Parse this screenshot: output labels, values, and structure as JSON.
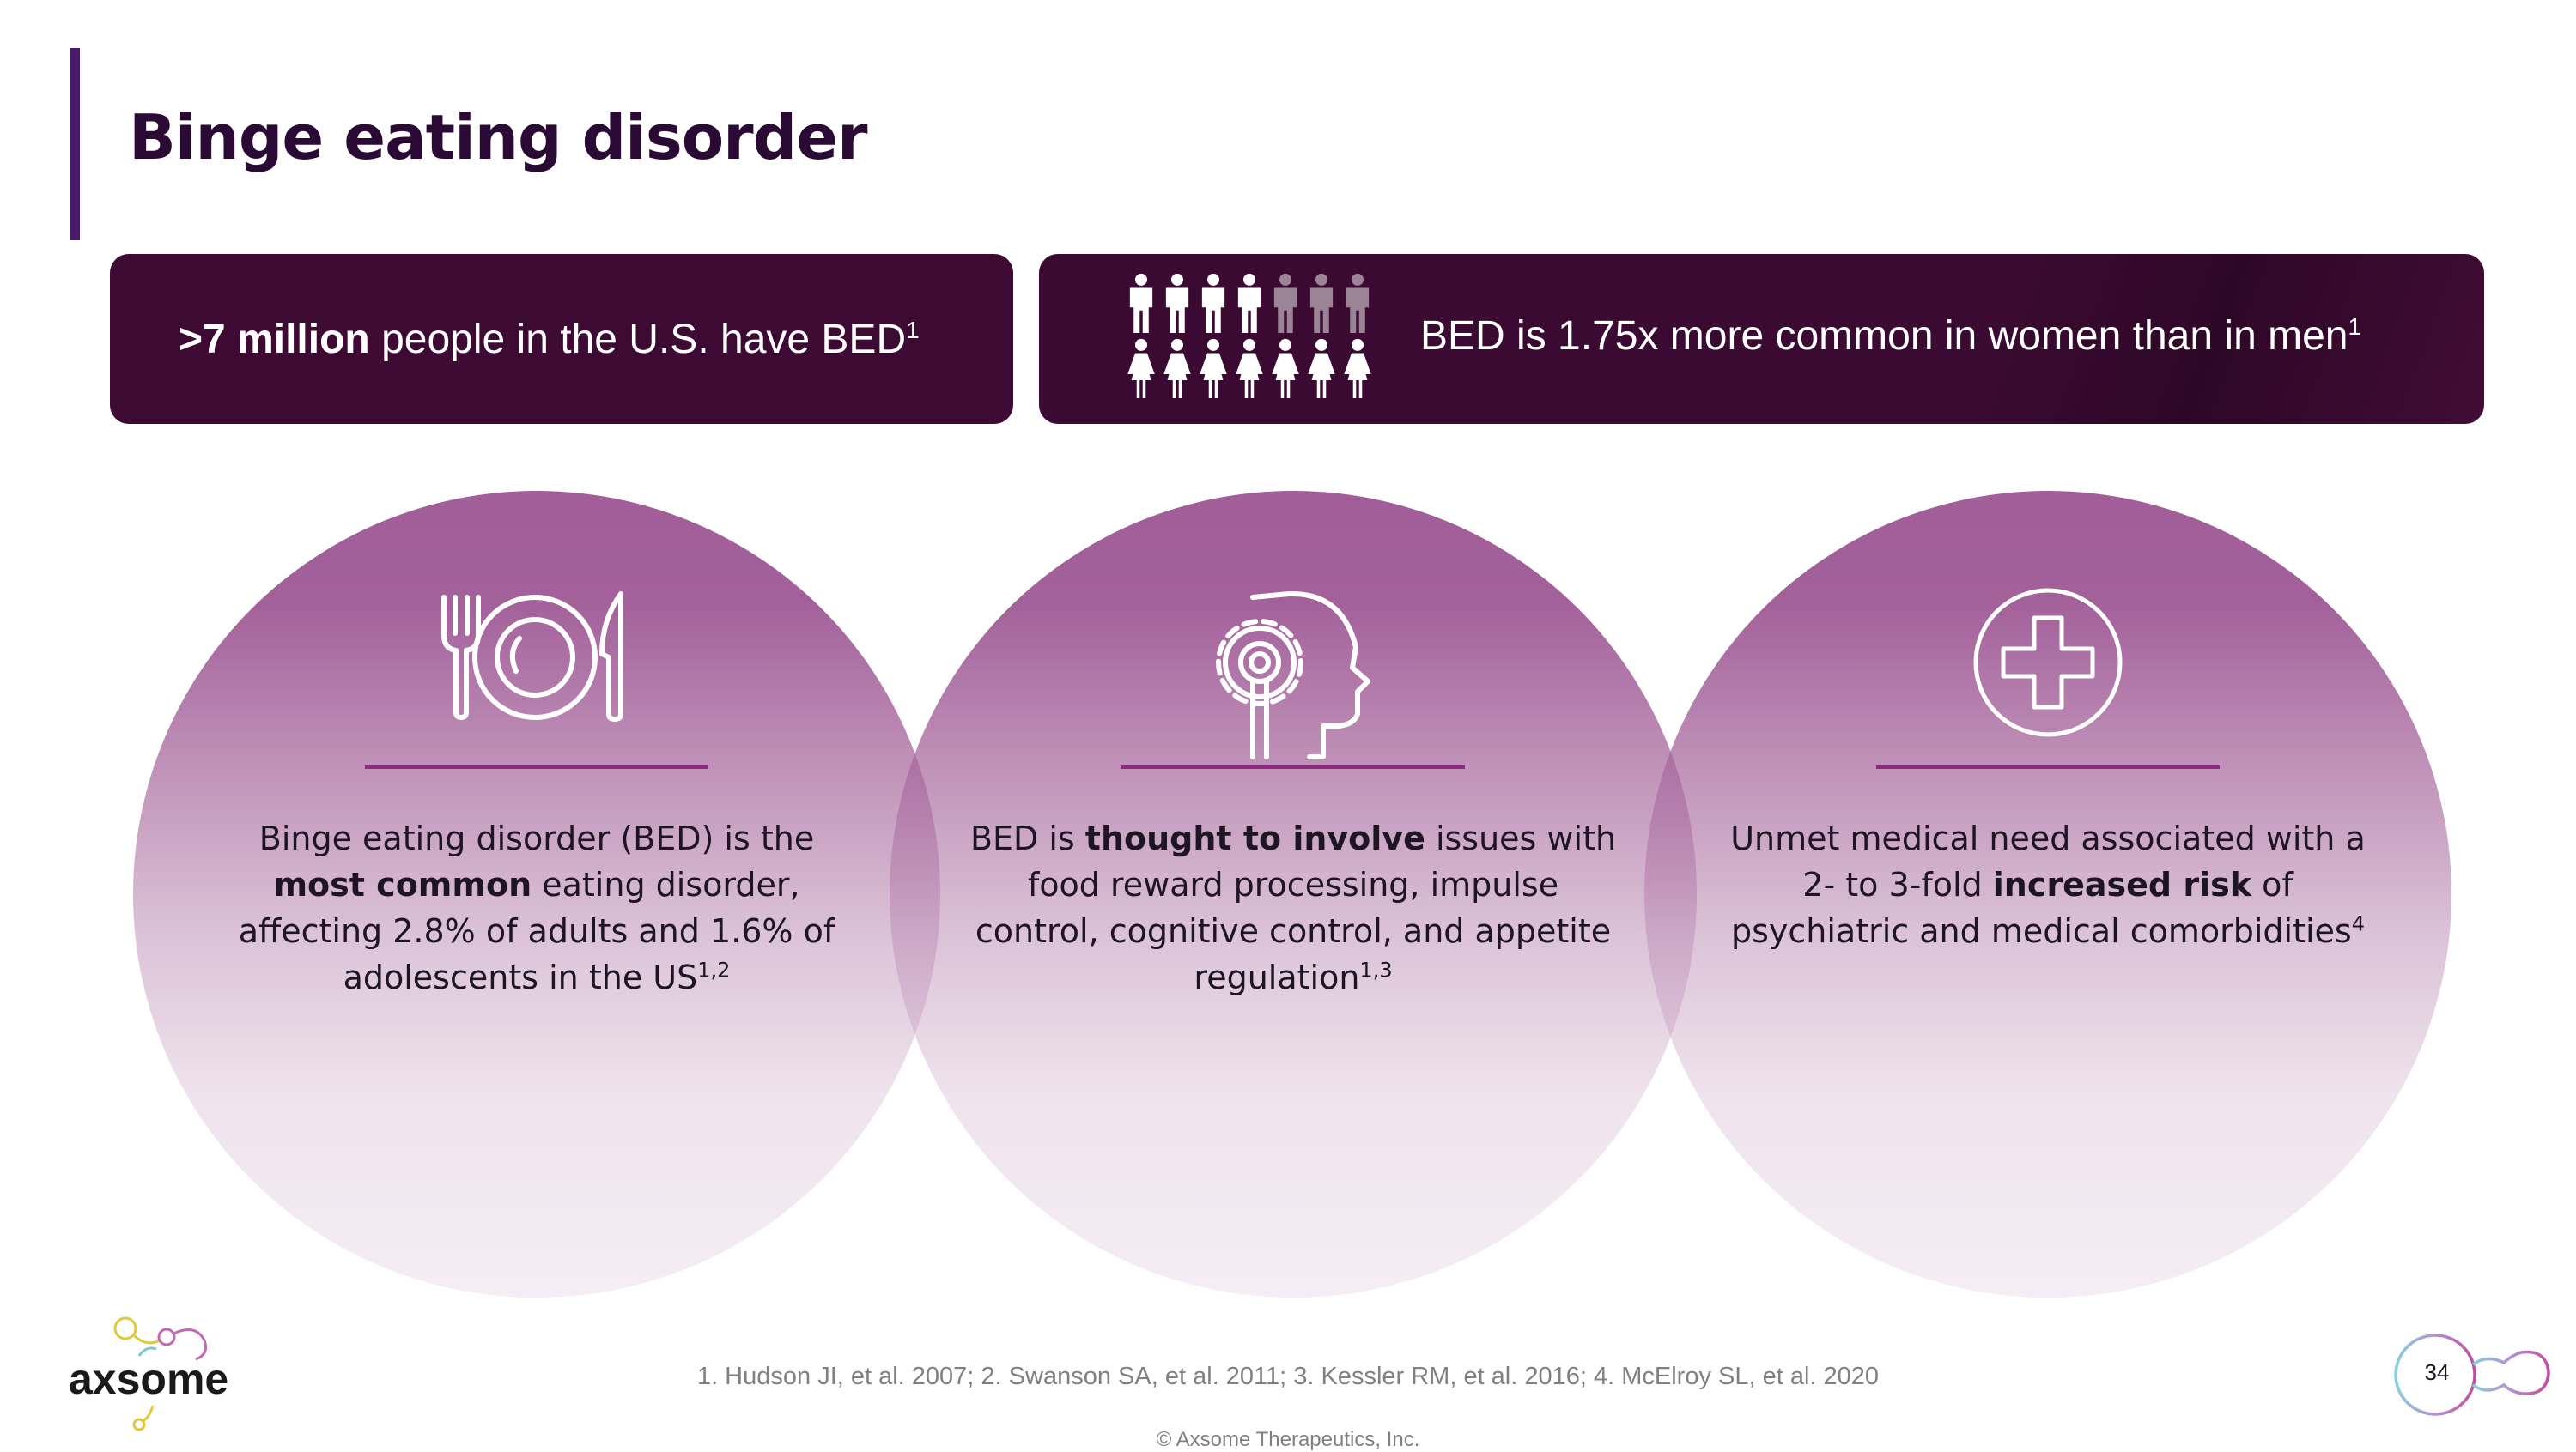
{
  "slide": {
    "title": "Binge eating disorder",
    "page_number": "34"
  },
  "banners": {
    "left": {
      "bold": ">7 million",
      "text": " people in the U.S. have BED",
      "sup": "1"
    },
    "right": {
      "text": "BED is 1.75x more common in women than in men",
      "sup": "1",
      "icon": "people-group-icon",
      "icon_colors": {
        "primary": "#ffffff",
        "secondary": "#9a8496"
      }
    }
  },
  "circles": [
    {
      "icon": "plate-cutlery-icon",
      "t1": "Binge eating disorder (BED) is the ",
      "b1": "most common",
      "t2": " eating disorder, affecting 2.8% of adults and 1.6% of adolescents in the US",
      "sup": "1,2"
    },
    {
      "icon": "head-gear-icon",
      "t1": "BED is ",
      "b1": "thought to involve",
      "t2": " issues with food reward processing, impulse control, cognitive control, and appetite regulation",
      "sup": "1,3"
    },
    {
      "icon": "medical-cross-icon",
      "t1": "Unmet medical need associated with a 2- to 3-fold ",
      "b1": "increased risk",
      "t2": " of psychiatric and medical comorbidities",
      "sup": "4"
    }
  ],
  "footer": {
    "logo_text": "axsome",
    "references": "1. Hudson JI, et al. 2007; 2. Swanson SA, et al. 2011; 3. Kessler RM, et al. 2016; 4. McElroy SL, et al. 2020",
    "copyright": "© Axsome Therapeutics, Inc."
  },
  "colors": {
    "accent": "#4a1a6a",
    "banner": "#3d0a33",
    "circle": "#94478a",
    "divider": "#8d2a80"
  }
}
